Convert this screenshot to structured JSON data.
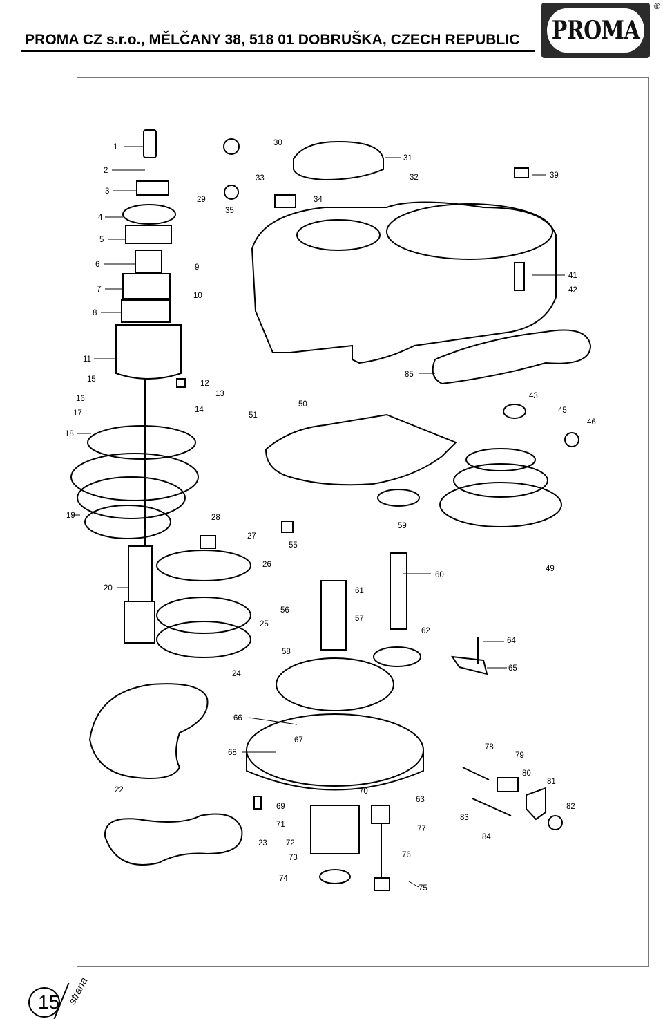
{
  "header": {
    "company_line": "PROMA CZ s.r.o., MĚLČANY 38, 518 01 DOBRUŠKA, CZECH REPUBLIC",
    "logo_text": "PROMA",
    "registered_mark": "®"
  },
  "footer": {
    "page_number": "15",
    "page_word": "strana"
  },
  "diagram": {
    "part_numbers": [
      "1",
      "2",
      "3",
      "4",
      "5",
      "6",
      "7",
      "8",
      "9",
      "10",
      "11",
      "12",
      "13",
      "14",
      "15",
      "16",
      "17",
      "18",
      "19",
      "20",
      "22",
      "23",
      "24",
      "25",
      "26",
      "27",
      "28",
      "29",
      "30",
      "31",
      "32",
      "33",
      "34",
      "35",
      "39",
      "41",
      "42",
      "43",
      "45",
      "46",
      "49",
      "50",
      "51",
      "55",
      "56",
      "57",
      "58",
      "59",
      "60",
      "61",
      "62",
      "63",
      "64",
      "65",
      "66",
      "67",
      "68",
      "69",
      "70",
      "71",
      "72",
      "73",
      "74",
      "75",
      "76",
      "77",
      "78",
      "79",
      "80",
      "81",
      "82",
      "83",
      "84",
      "85"
    ]
  }
}
